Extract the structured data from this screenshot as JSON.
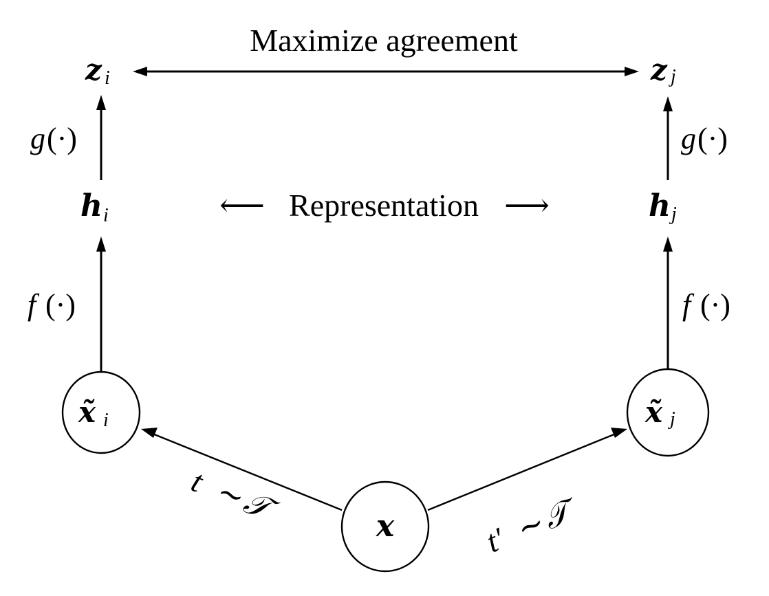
{
  "title": "Maximize agreement",
  "representation_label": "Representation",
  "nodes": {
    "z_i": {
      "base": "z",
      "sub": "i"
    },
    "z_j": {
      "base": "z",
      "sub": "j"
    },
    "h_i": {
      "base": "h",
      "sub": "i"
    },
    "h_j": {
      "base": "h",
      "sub": "j"
    },
    "x_tilde_i": {
      "base": "x̃",
      "sub": "i"
    },
    "x_tilde_j": {
      "base": "x̃",
      "sub": "j"
    },
    "x": {
      "base": "x"
    }
  },
  "edge_labels": {
    "g_left": {
      "fn": "g",
      "arg": "(·)"
    },
    "g_right": {
      "fn": "g",
      "arg": "(·)"
    },
    "f_left": {
      "fn": "f",
      "arg": "(·)"
    },
    "f_right": {
      "fn": "f",
      "arg": "(·)"
    },
    "t_left": {
      "var": "t",
      "rel": "∼",
      "set": "𝒯"
    },
    "t_right": {
      "var": "t′",
      "rel": "∼",
      "set": "𝒯"
    }
  },
  "arrows": {
    "left_arrow": "⟵",
    "right_arrow": "⟶"
  }
}
